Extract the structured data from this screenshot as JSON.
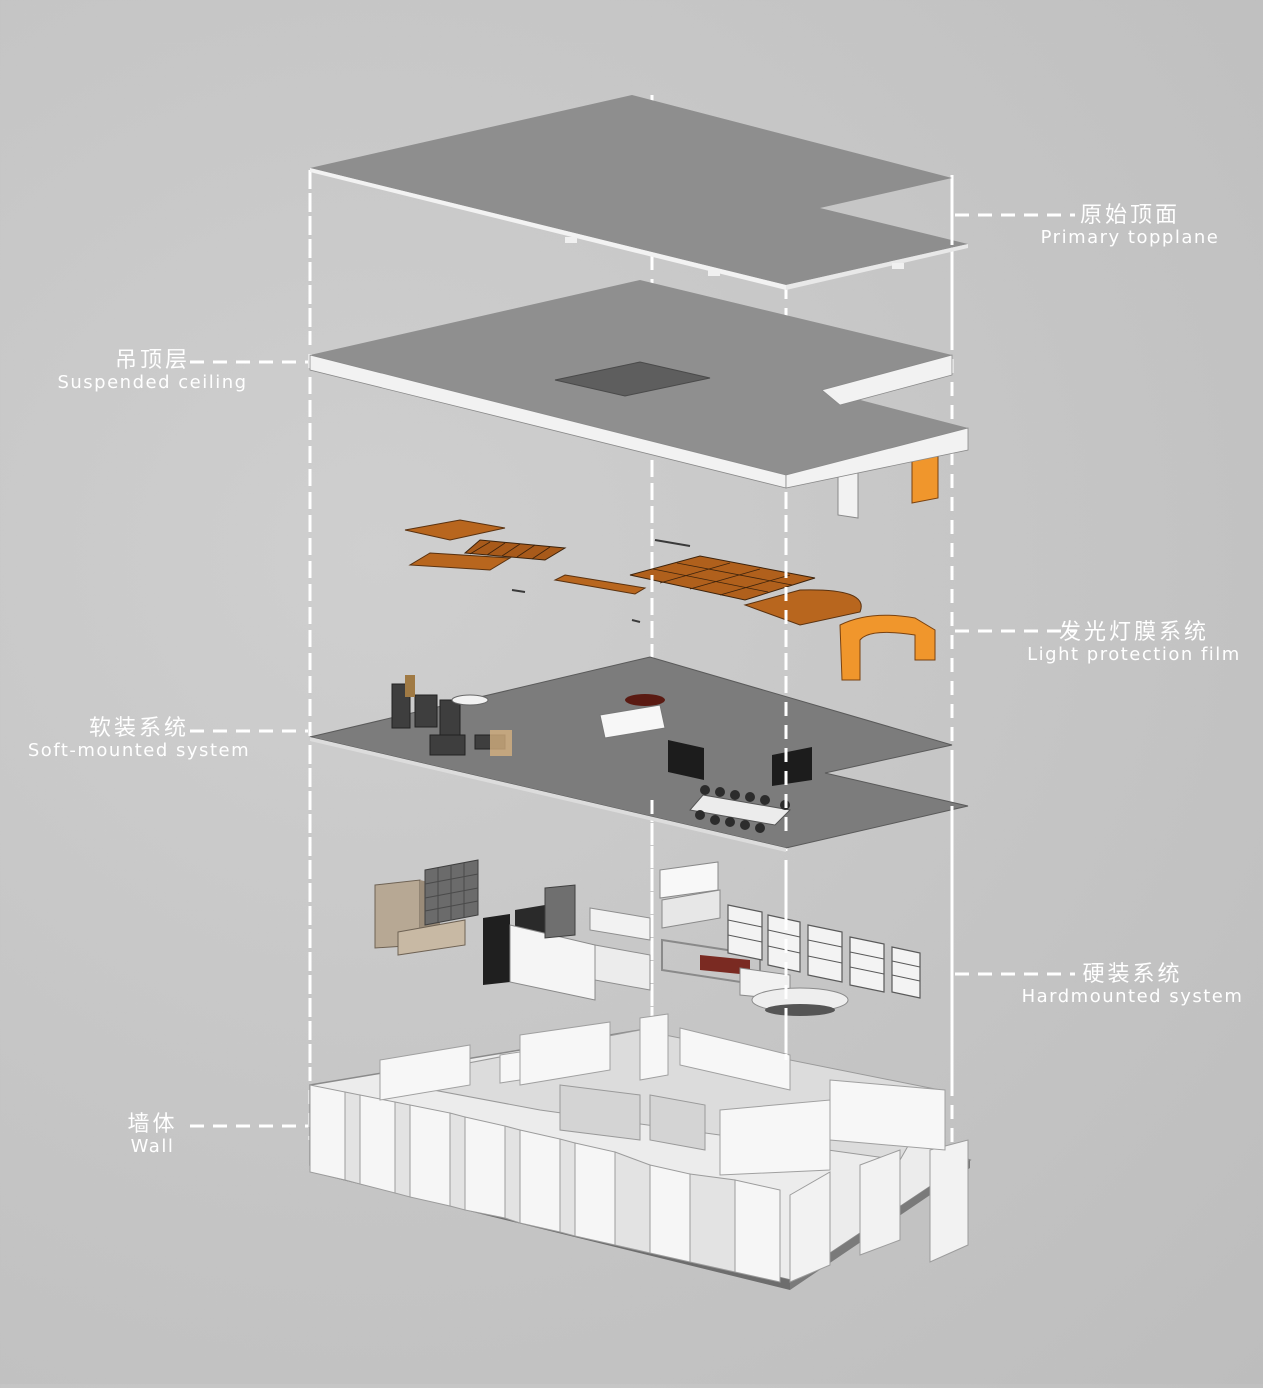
{
  "colors": {
    "background": "#c9c9c9",
    "slab_top": "#8a8a8a",
    "slab_edge": "#f2f2f2",
    "film_orange": "#b8661e",
    "film_bright": "#f0962c",
    "wall_white": "#f4f4f4",
    "dash": "#ffffff"
  },
  "layers": [
    {
      "id": "primary-topplane",
      "zh": "原始顶面",
      "en": "Primary topplane"
    },
    {
      "id": "suspended-ceiling",
      "zh": "吊顶层",
      "en": "Suspended ceiling"
    },
    {
      "id": "light-film",
      "zh": "发光灯膜系统",
      "en": "Light protection film"
    },
    {
      "id": "soft-mounted",
      "zh": "软装系统",
      "en": "Soft-mounted system"
    },
    {
      "id": "hardmounted",
      "zh": "硬装系统",
      "en": "Hardmounted system"
    },
    {
      "id": "wall",
      "zh": "墙体",
      "en": "Wall"
    }
  ]
}
